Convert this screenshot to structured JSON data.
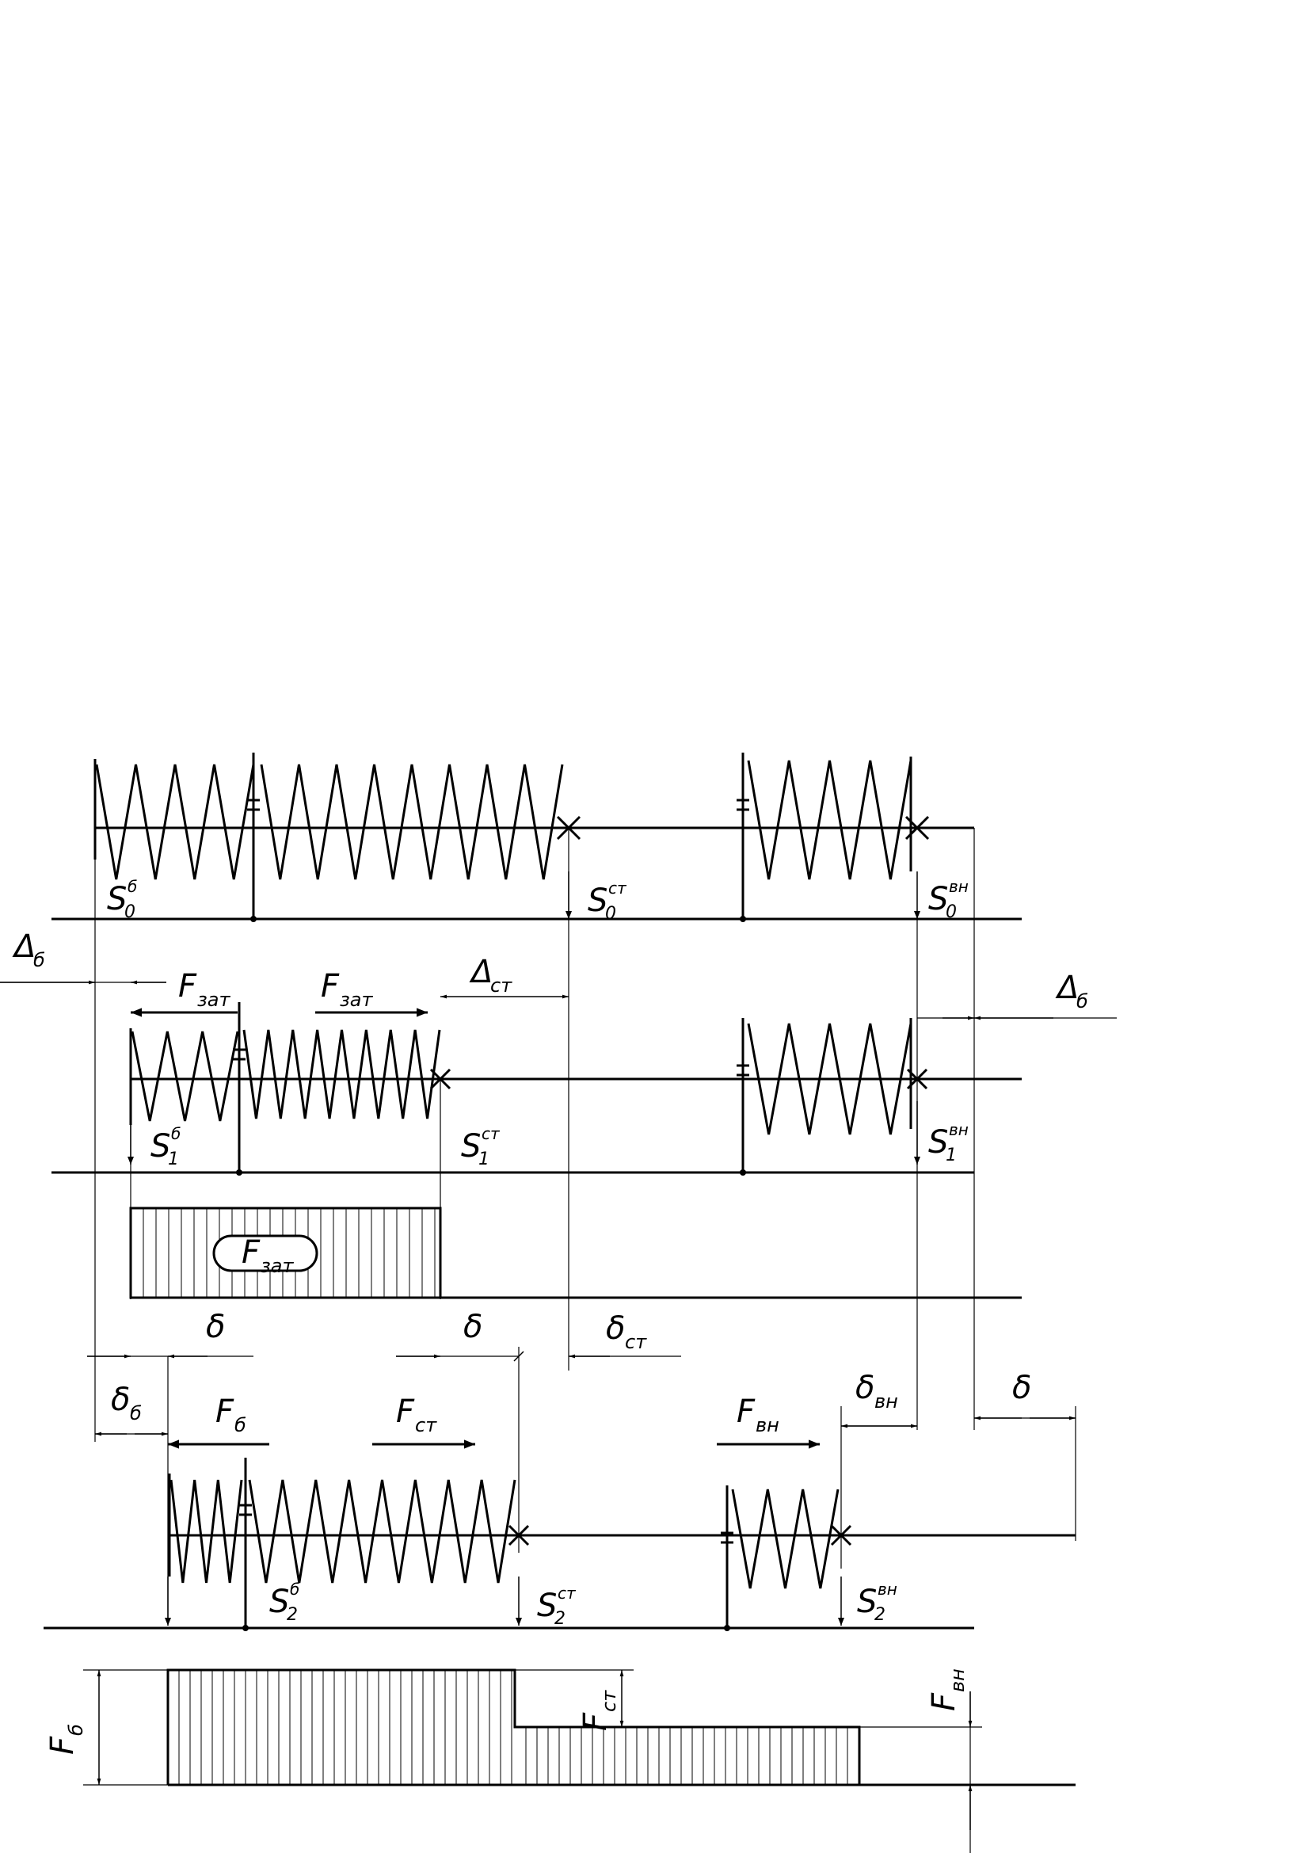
{
  "diagram": {
    "rows": [
      {
        "id": "row-0",
        "points": {
          "s_b": {
            "base": "S",
            "index": "0",
            "sup": "б"
          },
          "s_st": {
            "base": "S",
            "index": "0",
            "sup": "ст"
          },
          "s_vn": {
            "base": "S",
            "index": "0",
            "sup": "вн"
          }
        }
      },
      {
        "id": "row-1",
        "points": {
          "s_b": {
            "base": "S",
            "index": "1",
            "sup": "б"
          },
          "s_st": {
            "base": "S",
            "index": "1",
            "sup": "ст"
          },
          "s_vn": {
            "base": "S",
            "index": "1",
            "sup": "вн"
          }
        },
        "forces": {
          "f_zat_left": {
            "base": "F",
            "sub": "зат"
          },
          "f_zat_right": {
            "base": "F",
            "sub": "зат"
          }
        }
      },
      {
        "id": "row-2",
        "points": {
          "s_b": {
            "base": "S",
            "index": "2",
            "sup": "б"
          },
          "s_st": {
            "base": "S",
            "index": "2",
            "sup": "ст"
          },
          "s_vn": {
            "base": "S",
            "index": "2",
            "sup": "вн"
          }
        },
        "forces": {
          "f_b": {
            "base": "F",
            "sub": "б"
          },
          "f_st": {
            "base": "F",
            "sub": "ст"
          },
          "f_vn": {
            "base": "F",
            "sub": "вн"
          }
        }
      }
    ],
    "dimensions": {
      "delta_b_left": {
        "base": "Δ",
        "sub": "б"
      },
      "delta_st": {
        "base": "Δ",
        "sub": "ст"
      },
      "delta_b_right": {
        "base": "Δ",
        "sub": "б"
      },
      "small_delta_1": {
        "base": "δ"
      },
      "small_delta_2": {
        "base": "δ"
      },
      "small_delta_st": {
        "base": "δ",
        "sub": "ст"
      },
      "small_delta_b": {
        "base": "δ",
        "sub": "б"
      },
      "small_delta_vn": {
        "base": "δ",
        "sub": "вн"
      },
      "small_delta_3": {
        "base": "δ"
      }
    },
    "clamp_plot": {
      "label": {
        "base": "F",
        "sub": "зат"
      }
    },
    "force_plot": {
      "f_b": {
        "base": "F",
        "sub": "б"
      },
      "f_st": {
        "base": "F",
        "sub": "ст"
      },
      "f_vn": {
        "base": "F",
        "sub": "вн"
      }
    }
  }
}
